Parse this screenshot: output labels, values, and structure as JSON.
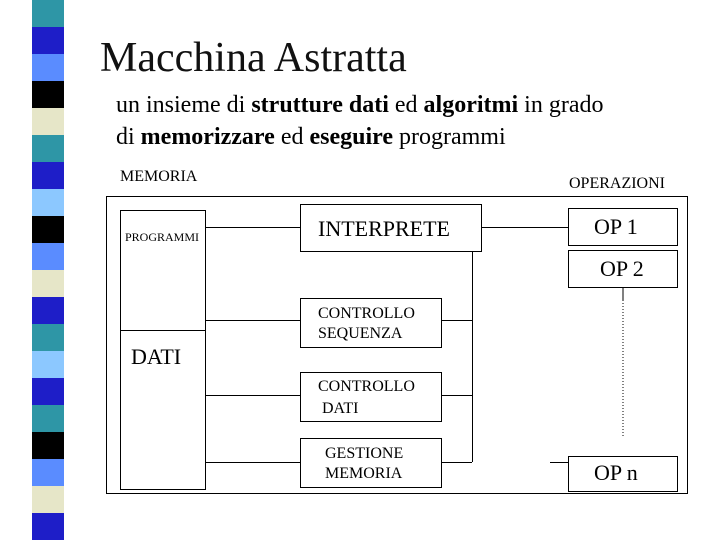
{
  "title": "Macchina Astratta",
  "subtitle": {
    "l1_a": "un insieme di ",
    "l1_b": "strutture dati",
    "l1_c": " ed ",
    "l1_d": "algoritmi",
    "l1_e": " in grado",
    "l2_a": "di ",
    "l2_b": "memorizzare",
    "l2_c": " ed ",
    "l2_d": "eseguire",
    "l2_e": " programmi"
  },
  "diagram": {
    "memoria_label": "MEMORIA",
    "operazioni_label": "OPERAZIONI",
    "programmi": "PROGRAMMI",
    "dati": "DATI",
    "interprete": "INTERPRETE",
    "controllo_sequenza_1": "CONTROLLO",
    "controllo_sequenza_2": "SEQUENZA",
    "controllo_dati_1": "CONTROLLO",
    "controllo_dati_2": "DATI",
    "gestione_memoria_1": "GESTIONE",
    "gestione_memoria_2": "MEMORIA",
    "op1": "OP 1",
    "op2": "OP 2",
    "opn": "OP n"
  },
  "colors": {
    "stripe": [
      "#2e96a6",
      "#1e1ec8",
      "#5a8cff",
      "#000000",
      "#e6e6c8",
      "#2e96a6",
      "#1e1ec8",
      "#8cc8ff",
      "#000000",
      "#5a8cff",
      "#e6e6c8",
      "#1e1ec8",
      "#2e96a6",
      "#8cc8ff",
      "#1e1ec8",
      "#2e96a6",
      "#000000",
      "#5a8cff",
      "#e6e6c8",
      "#1e1ec8"
    ]
  }
}
